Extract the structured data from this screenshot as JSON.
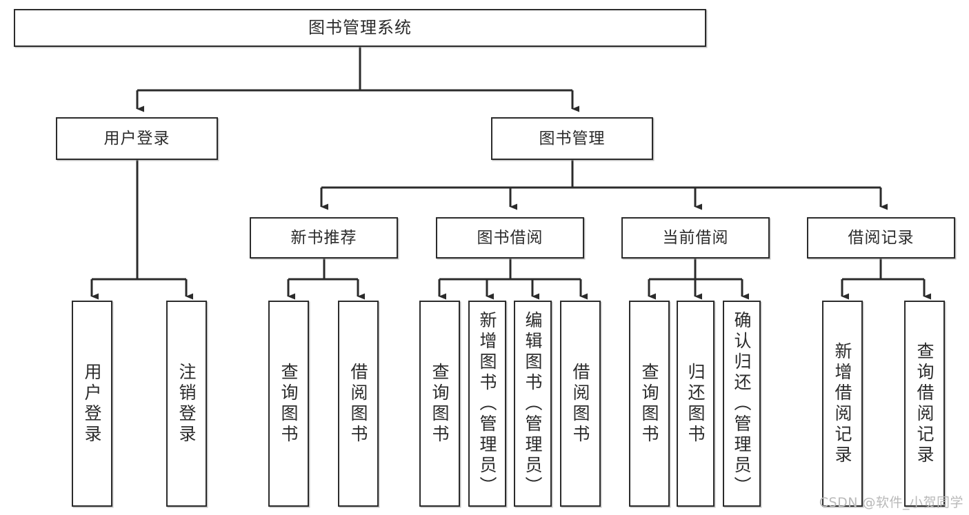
{
  "diagram": {
    "title": "图书管理系统",
    "background_color": "#ffffff",
    "line_color": "#2b2b2b",
    "root": {
      "label": "图书管理系统"
    },
    "level2": [
      {
        "label": "用户登录"
      },
      {
        "label": "图书管理"
      }
    ],
    "level3": [
      {
        "label": "新书推荐"
      },
      {
        "label": "图书借阅"
      },
      {
        "label": "当前借阅"
      },
      {
        "label": "借阅记录"
      }
    ],
    "leaves": [
      {
        "label": "用户登录",
        "parent": "用户登录"
      },
      {
        "label": "注销登录",
        "parent": "用户登录"
      },
      {
        "label": "查询图书",
        "parent": "新书推荐"
      },
      {
        "label": "借阅图书",
        "parent": "新书推荐"
      },
      {
        "label": "查询图书",
        "parent": "图书借阅"
      },
      {
        "label": "新增图书（管理员）",
        "parent": "图书借阅"
      },
      {
        "label": "编辑图书（管理员）",
        "parent": "图书借阅"
      },
      {
        "label": "借阅图书",
        "parent": "图书借阅"
      },
      {
        "label": "查询图书",
        "parent": "当前借阅"
      },
      {
        "label": "归还图书",
        "parent": "当前借阅"
      },
      {
        "label": "确认归还（管理员）",
        "parent": "当前借阅"
      },
      {
        "label": "新增借阅记录",
        "parent": "借阅记录"
      },
      {
        "label": "查询借阅记录",
        "parent": "借阅记录"
      }
    ]
  },
  "watermark": {
    "text": "CSDN @软件_小贺同学"
  }
}
